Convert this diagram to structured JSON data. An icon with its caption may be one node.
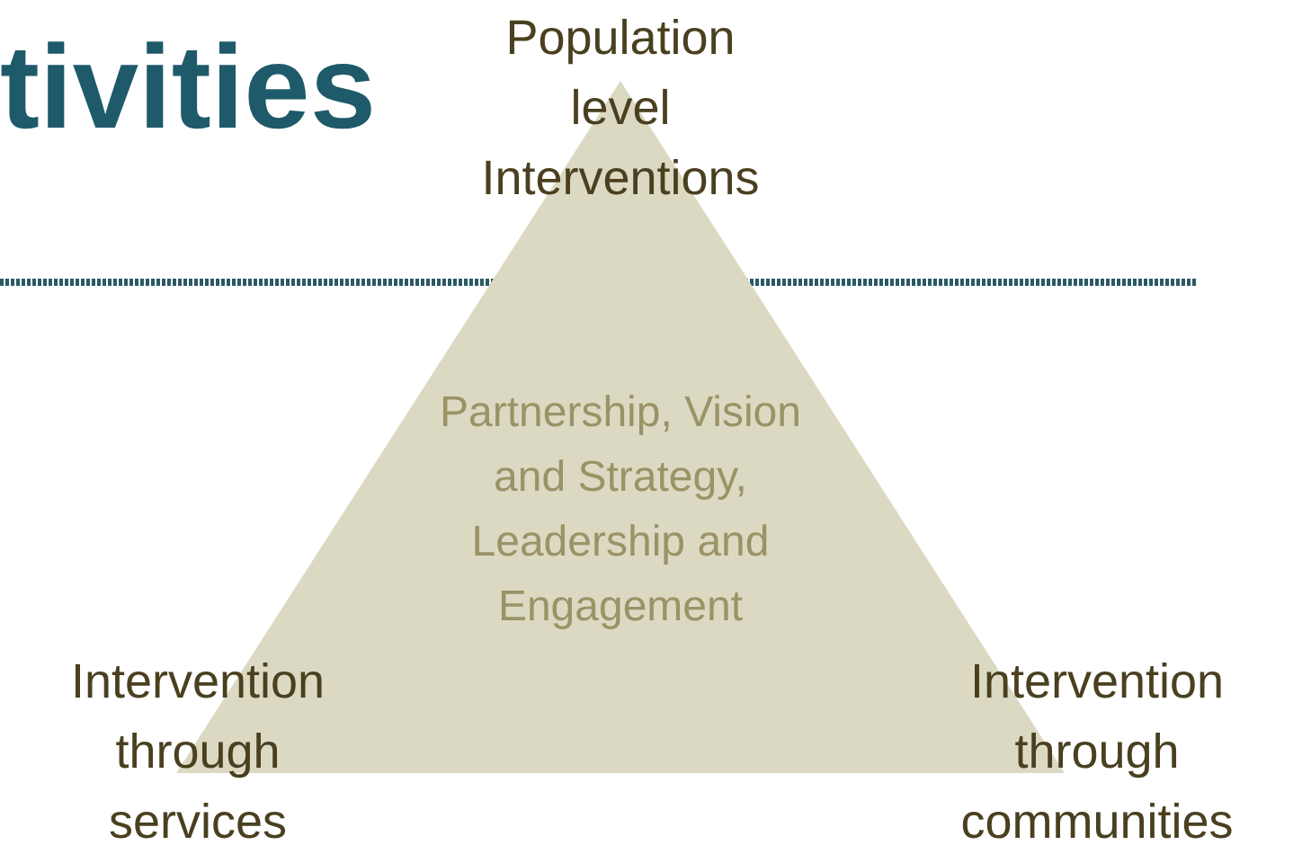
{
  "diagram": {
    "title": "tivities",
    "nodes": [
      {
        "text": [
          "Partnership, Vision and Strategy, Leadership and Engagement"
        ]
      }
    ],
    "labels": [
      "Population level Interventions",
      "Intervention through services",
      "Intervention through communities"
    ]
  }
}
